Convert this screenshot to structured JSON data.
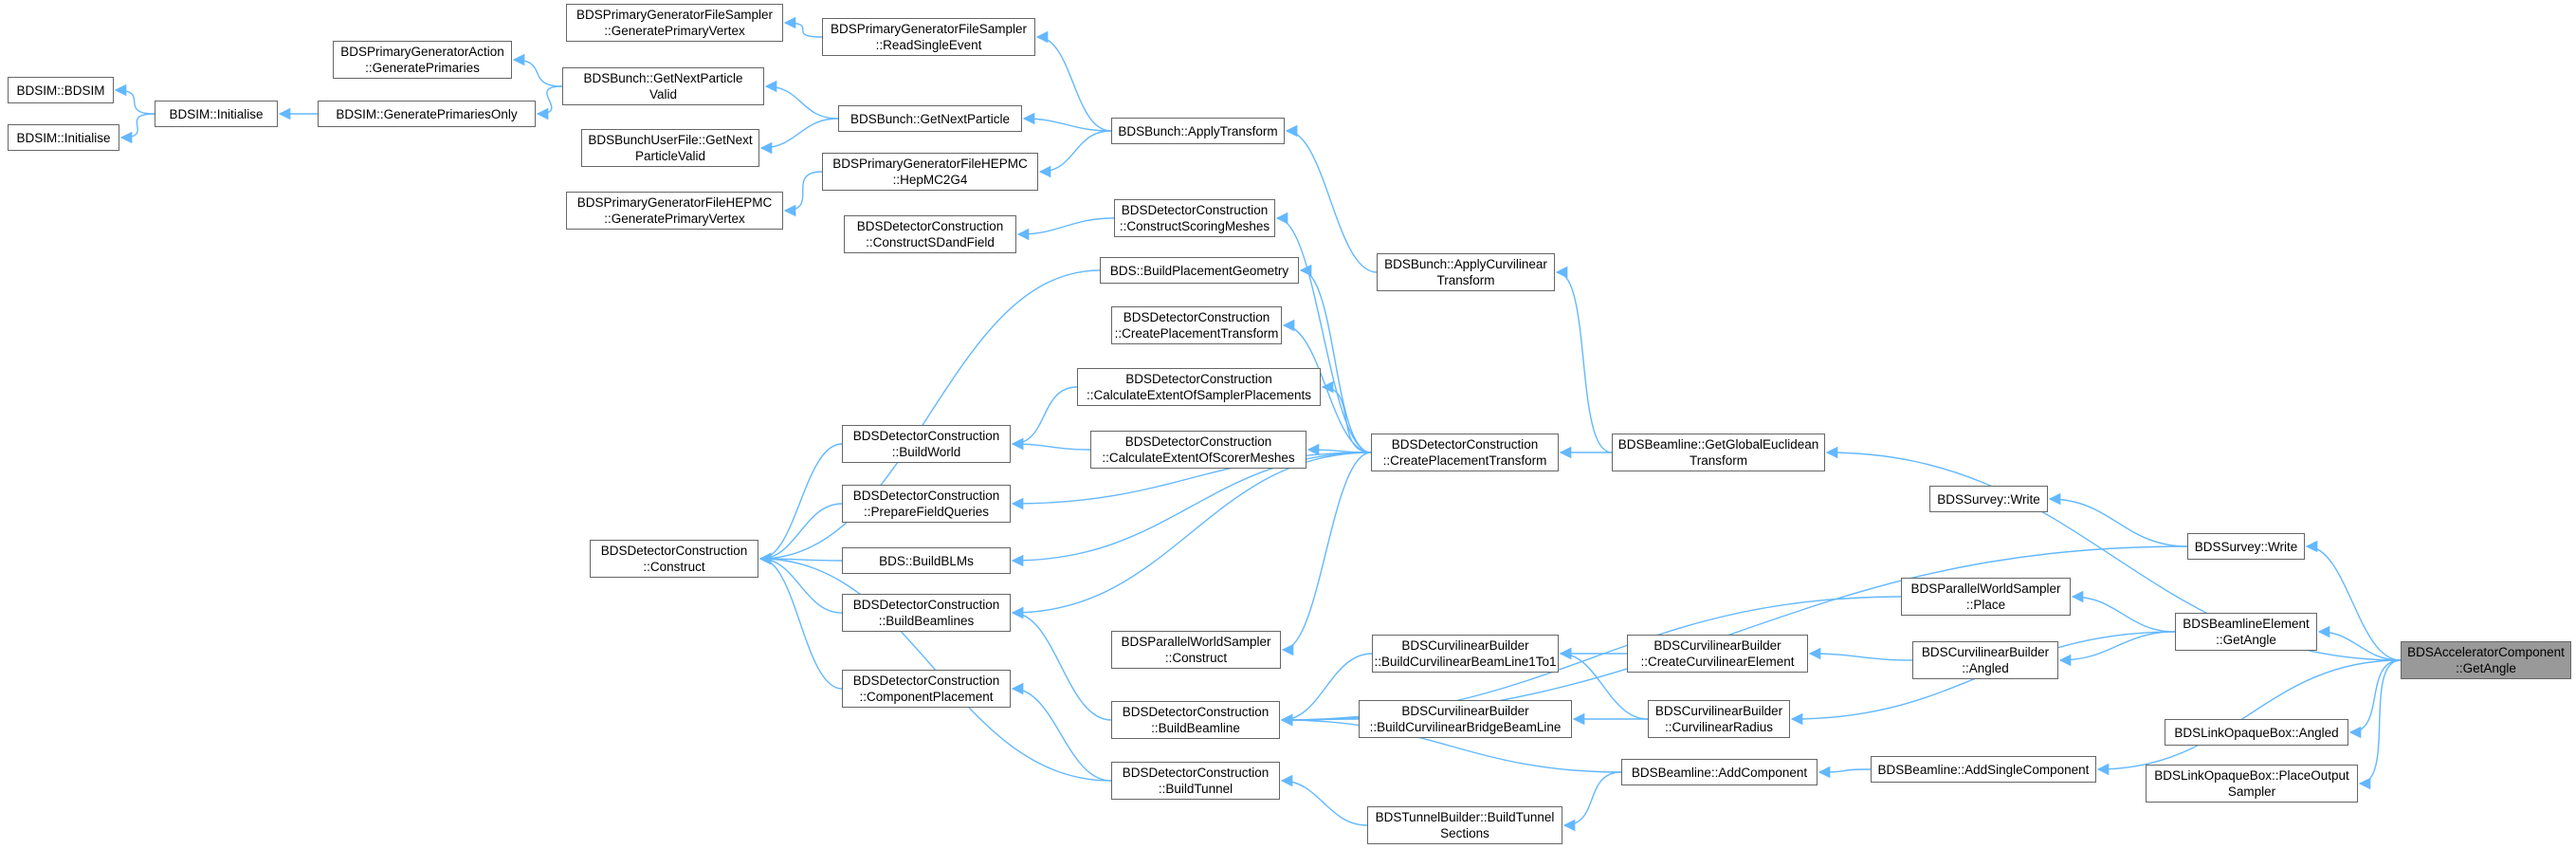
{
  "graph": {
    "edge_color": "#63b8ff",
    "nodes": [
      {
        "id": "bdsim_ctor",
        "lines": [
          "BDSIM::BDSIM"
        ]
      },
      {
        "id": "bdsim_init2",
        "lines": [
          "BDSIM::Initialise"
        ]
      },
      {
        "id": "bdsim_init",
        "lines": [
          "BDSIM::Initialise"
        ]
      },
      {
        "id": "gen_prim_only",
        "lines": [
          "BDSIM::GeneratePrimariesOnly"
        ]
      },
      {
        "id": "pga_gen",
        "lines": [
          "BDSPrimaryGeneratorAction",
          "::GeneratePrimaries"
        ]
      },
      {
        "id": "bunch_getvalid",
        "lines": [
          "BDSBunch::GetNextParticle",
          "Valid"
        ]
      },
      {
        "id": "bunchfile_getvalid",
        "lines": [
          "BDSBunchUserFile::GetNext",
          "ParticleValid"
        ]
      },
      {
        "id": "pgfs_genvertex",
        "lines": [
          "BDSPrimaryGeneratorFileSampler",
          "::GeneratePrimaryVertex"
        ]
      },
      {
        "id": "pgfh_genvertex",
        "lines": [
          "BDSPrimaryGeneratorFileHEPMC",
          "::GeneratePrimaryVertex"
        ]
      },
      {
        "id": "pgfs_readsingle",
        "lines": [
          "BDSPrimaryGeneratorFileSampler",
          "::ReadSingleEvent"
        ]
      },
      {
        "id": "bunch_getnext",
        "lines": [
          "BDSBunch::GetNextParticle"
        ]
      },
      {
        "id": "pgfh_hepmc",
        "lines": [
          "BDSPrimaryGeneratorFileHEPMC",
          "::HepMC2G4"
        ]
      },
      {
        "id": "dc_sdfield",
        "lines": [
          "BDSDetectorConstruction",
          "::ConstructSDandField"
        ]
      },
      {
        "id": "bunch_apply",
        "lines": [
          "BDSBunch::ApplyTransform"
        ]
      },
      {
        "id": "dc_scoring",
        "lines": [
          "BDSDetectorConstruction",
          "::ConstructScoringMeshes"
        ]
      },
      {
        "id": "bds_bpg",
        "lines": [
          "BDS::BuildPlacementGeometry"
        ]
      },
      {
        "id": "dc_cpt2",
        "lines": [
          "BDSDetectorConstruction",
          "::CreatePlacementTransform"
        ]
      },
      {
        "id": "dc_calc_sampler",
        "lines": [
          "BDSDetectorConstruction",
          "::CalculateExtentOfSamplerPlacements"
        ]
      },
      {
        "id": "dc_buildworld",
        "lines": [
          "BDSDetectorConstruction",
          "::BuildWorld"
        ]
      },
      {
        "id": "dc_calc_scorer",
        "lines": [
          "BDSDetectorConstruction",
          "::CalculateExtentOfScorerMeshes"
        ]
      },
      {
        "id": "dc_prepfield",
        "lines": [
          "BDSDetectorConstruction",
          "::PrepareFieldQueries"
        ]
      },
      {
        "id": "bds_blms",
        "lines": [
          "BDS::BuildBLMs"
        ]
      },
      {
        "id": "dc_construct",
        "lines": [
          "BDSDetectorConstruction",
          "::Construct"
        ]
      },
      {
        "id": "dc_buildbeamlines",
        "lines": [
          "BDSDetectorConstruction",
          "::BuildBeamlines"
        ]
      },
      {
        "id": "pws_construct",
        "lines": [
          "BDSParallelWorldSampler",
          "::Construct"
        ]
      },
      {
        "id": "dc_comp_place",
        "lines": [
          "BDSDetectorConstruction",
          "::ComponentPlacement"
        ]
      },
      {
        "id": "dc_buildbeamline",
        "lines": [
          "BDSDetectorConstruction",
          "::BuildBeamline"
        ]
      },
      {
        "id": "dc_buildtunnel",
        "lines": [
          "BDSDetectorConstruction",
          "::BuildTunnel"
        ]
      },
      {
        "id": "bunch_applycurv",
        "lines": [
          "BDSBunch::ApplyCurvilinear",
          "Transform"
        ]
      },
      {
        "id": "dc_cpt",
        "lines": [
          "BDSDetectorConstruction",
          "::CreatePlacementTransform"
        ]
      },
      {
        "id": "cb_bl1to1",
        "lines": [
          "BDSCurvilinearBuilder",
          "::BuildCurvilinearBeamLine1To1"
        ]
      },
      {
        "id": "cb_bridge",
        "lines": [
          "BDSCurvilinearBuilder",
          "::BuildCurvilinearBridgeBeamLine"
        ]
      },
      {
        "id": "tb_sections",
        "lines": [
          "BDSTunnelBuilder::BuildTunnel",
          "Sections"
        ]
      },
      {
        "id": "bl_geteuclid",
        "lines": [
          "BDSBeamline::GetGlobalEuclidean",
          "Transform"
        ]
      },
      {
        "id": "cb_createelem",
        "lines": [
          "BDSCurvilinearBuilder",
          "::CreateCurvilinearElement"
        ]
      },
      {
        "id": "cb_curvradius",
        "lines": [
          "BDSCurvilinearBuilder",
          "::CurvilinearRadius"
        ]
      },
      {
        "id": "bl_addcomp",
        "lines": [
          "BDSBeamline::AddComponent"
        ]
      },
      {
        "id": "survey_write2",
        "lines": [
          "BDSSurvey::Write"
        ]
      },
      {
        "id": "pws_place",
        "lines": [
          "BDSParallelWorldSampler",
          "::Place"
        ]
      },
      {
        "id": "cb_angled",
        "lines": [
          "BDSCurvilinearBuilder",
          "::Angled"
        ]
      },
      {
        "id": "bl_addsingle",
        "lines": [
          "BDSBeamline::AddSingleComponent"
        ]
      },
      {
        "id": "survey_write",
        "lines": [
          "BDSSurvey::Write"
        ]
      },
      {
        "id": "ble_getangle",
        "lines": [
          "BDSBeamlineElement",
          "::GetAngle"
        ]
      },
      {
        "id": "lob_angled",
        "lines": [
          "BDSLinkOpaqueBox::Angled"
        ]
      },
      {
        "id": "lob_place",
        "lines": [
          "BDSLinkOpaqueBox::PlaceOutput",
          "Sampler"
        ]
      },
      {
        "id": "target",
        "lines": [
          "BDSAcceleratorComponent",
          "::GetAngle"
        ],
        "selected": true
      }
    ],
    "edges": [
      [
        "bdsim_init",
        "bdsim_ctor"
      ],
      [
        "bdsim_init",
        "bdsim_init2"
      ],
      [
        "gen_prim_only",
        "bdsim_init"
      ],
      [
        "bunch_getvalid",
        "pga_gen"
      ],
      [
        "bunch_getvalid",
        "gen_prim_only"
      ],
      [
        "pgfs_readsingle",
        "pgfs_genvertex"
      ],
      [
        "bunch_getnext",
        "bunch_getvalid"
      ],
      [
        "bunch_getnext",
        "bunchfile_getvalid"
      ],
      [
        "pgfh_hepmc",
        "pgfh_genvertex"
      ],
      [
        "bunch_apply",
        "pgfs_readsingle"
      ],
      [
        "bunch_apply",
        "bunch_getnext"
      ],
      [
        "bunch_apply",
        "pgfh_hepmc"
      ],
      [
        "dc_scoring",
        "dc_sdfield"
      ],
      [
        "bds_bpg",
        "dc_construct"
      ],
      [
        "dc_buildworld",
        "dc_construct"
      ],
      [
        "dc_calc_sampler",
        "dc_buildworld"
      ],
      [
        "dc_calc_scorer",
        "dc_buildworld"
      ],
      [
        "dc_prepfield",
        "dc_construct"
      ],
      [
        "bds_blms",
        "dc_construct"
      ],
      [
        "dc_buildbeamlines",
        "dc_construct"
      ],
      [
        "dc_comp_place",
        "dc_construct"
      ],
      [
        "dc_buildtunnel",
        "dc_construct"
      ],
      [
        "dc_buildbeamline",
        "dc_buildbeamlines"
      ],
      [
        "dc_buildtunnel",
        "dc_comp_place"
      ],
      [
        "bunch_applycurv",
        "bunch_apply"
      ],
      [
        "dc_cpt",
        "dc_scoring"
      ],
      [
        "dc_cpt",
        "bds_bpg"
      ],
      [
        "dc_cpt",
        "dc_cpt2"
      ],
      [
        "dc_cpt",
        "dc_calc_sampler"
      ],
      [
        "dc_cpt",
        "dc_calc_scorer"
      ],
      [
        "dc_cpt",
        "dc_prepfield"
      ],
      [
        "dc_cpt",
        "bds_blms"
      ],
      [
        "dc_cpt",
        "dc_buildbeamlines"
      ],
      [
        "dc_cpt",
        "pws_construct"
      ],
      [
        "cb_bl1to1",
        "dc_buildbeamline"
      ],
      [
        "cb_bridge",
        "dc_buildbeamline"
      ],
      [
        "tb_sections",
        "dc_buildtunnel"
      ],
      [
        "bl_geteuclid",
        "bunch_applycurv"
      ],
      [
        "bl_geteuclid",
        "dc_cpt"
      ],
      [
        "cb_createelem",
        "cb_bl1to1"
      ],
      [
        "cb_curvradius",
        "cb_bl1to1"
      ],
      [
        "cb_curvradius",
        "cb_bridge"
      ],
      [
        "bl_addcomp",
        "dc_buildbeamline"
      ],
      [
        "bl_addcomp",
        "tb_sections"
      ],
      [
        "cb_angled",
        "cb_createelem"
      ],
      [
        "pws_place",
        "dc_buildbeamline"
      ],
      [
        "survey_write",
        "survey_write2"
      ],
      [
        "survey_write",
        "dc_buildbeamline"
      ],
      [
        "bl_addsingle",
        "bl_addcomp"
      ],
      [
        "ble_getangle",
        "pws_place"
      ],
      [
        "ble_getangle",
        "cb_angled"
      ],
      [
        "ble_getangle",
        "cb_curvradius"
      ],
      [
        "target",
        "bl_geteuclid"
      ],
      [
        "target",
        "survey_write"
      ],
      [
        "target",
        "ble_getangle"
      ],
      [
        "target",
        "bl_addsingle"
      ],
      [
        "target",
        "lob_angled"
      ],
      [
        "target",
        "lob_place"
      ]
    ]
  }
}
